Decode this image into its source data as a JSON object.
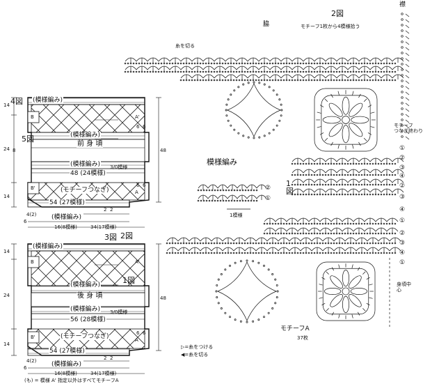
{
  "figure_labels": {
    "fig4": "4図",
    "fig5": "5図",
    "fig3": "3図",
    "fig2_lower": "2図",
    "fig1_lower": "1図",
    "fig2_top": "2図",
    "fig1_mid": "1\n図"
  },
  "top_panel": {
    "pattern_top": "(模様編み)",
    "pattern_upper": "(模様編み)",
    "body_label": "前 身 頃",
    "pattern_mid": "(模様編み)",
    "repeat_note": "3/0模様",
    "width_note": "48 (24模様)",
    "motif_join": "(モチーフつなぎ)",
    "bottom_width": "54 (27模様)",
    "pattern_bottom": "(模様編み)",
    "m4": "4(2)",
    "m6": "6",
    "m16": "16(8模様)",
    "m34": "34(17模様)",
    "m2a": "2",
    "m2b": "2",
    "side_14a": "14",
    "side_24": "24",
    "side_14b": "14",
    "right_48": "48",
    "right_8": "8",
    "b_mark": "B",
    "b2_mark": "B'",
    "a_mark": "A",
    "a2_mark": "A'",
    "pt6a": "6",
    "pt6b": "6",
    "pt6c": "6",
    "pt6d": "6"
  },
  "bottom_panel": {
    "pattern_top": "(模様編み)",
    "pattern_upper": "(模様編み)",
    "body_label": "後 身 頃",
    "pattern_mid": "(模様編み)",
    "repeat_note": "3/0模様",
    "width_note": "56 (28模様)",
    "motif_join": "(モチーフつなぎ)",
    "bottom_width": "54 (27模様)",
    "pattern_bottom": "(模様編み)",
    "m4": "4(2)",
    "m6": "6",
    "m16": "16(8模様)",
    "m34": "34(17模様)",
    "m2a": "2",
    "m2b": "2",
    "side_14a": "14",
    "side_24": "24",
    "side_14b": "14",
    "right_48": "48",
    "b_mark": "B",
    "b2_mark": "B'",
    "a_mark": "A",
    "a2_mark": "A'",
    "pt6a": "6",
    "pt6b": "6"
  },
  "stitch_chart": {
    "title": "模様編み",
    "repeat": "1模様",
    "row1": "①",
    "row2": "②"
  },
  "right_chart": {
    "side_label": "脇",
    "motif_note": "モチーフ1枚から4模様拾う",
    "eri": "襟",
    "thread_cut": "糸を切る",
    "motif_join_end": "モチーフ\nつなぎ終わり",
    "center_back": "身頃中心",
    "motif_a": "モチーフA",
    "motif_count": "37枚",
    "row_circles": [
      "①",
      "②",
      "③",
      "④",
      "②",
      "③",
      "④",
      "①",
      "②",
      "③",
      "④",
      "①"
    ]
  },
  "legend": {
    "attach": "▷=糸をつける",
    "cut": "◀=糸を切る",
    "footnote": "(も) = 模様 A' 指定以外はすべてモチーフA"
  },
  "colors": {
    "ink": "#111111",
    "paper": "#ffffff",
    "light": "#666666"
  }
}
